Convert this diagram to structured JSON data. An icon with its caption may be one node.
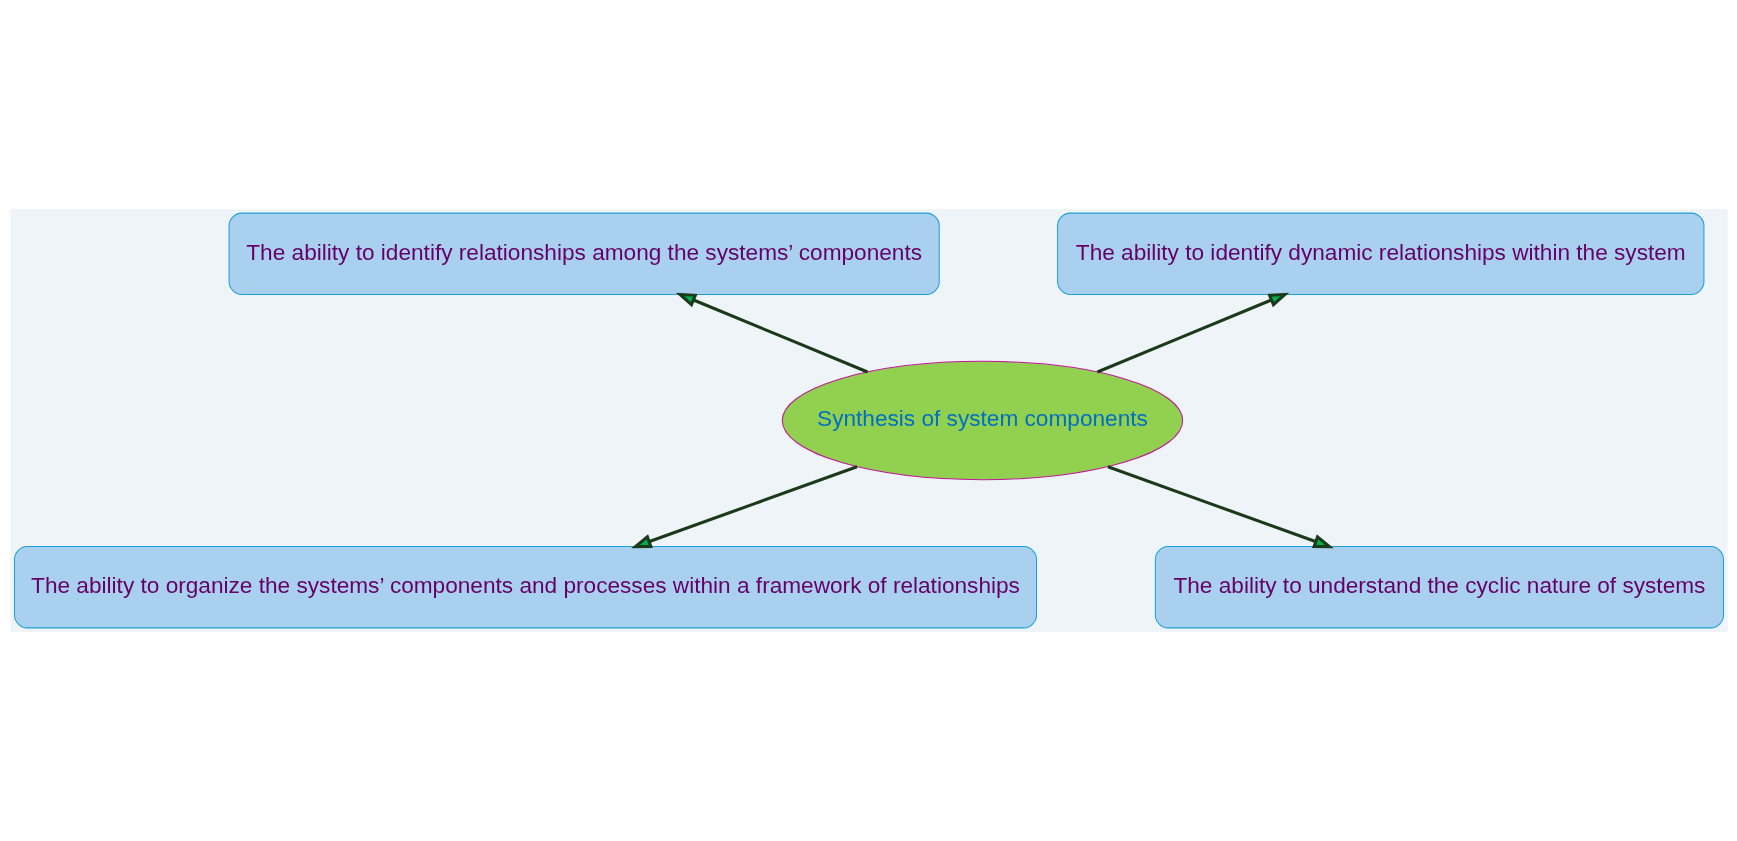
{
  "diagram": {
    "nodes": [
      {
        "text": [
          "Synthesis of system components"
        ]
      },
      {
        "text": [
          "The ability to identify relationships among the systems’ components"
        ]
      },
      {
        "text": [
          "The ability to identify dynamic relationships within the system"
        ]
      },
      {
        "text": [
          "The ability to organize the systems’ components and processes within a framework of relationships"
        ]
      },
      {
        "text": [
          "The ability to understand the cyclic nature of systems"
        ]
      }
    ],
    "edges": [
      {
        "from": 0,
        "to": 1,
        "arrow": "to"
      },
      {
        "from": 0,
        "to": 2,
        "arrow": "to"
      },
      {
        "from": 0,
        "to": 3,
        "arrow": "to"
      },
      {
        "from": 0,
        "to": 4,
        "arrow": "to"
      }
    ]
  }
}
